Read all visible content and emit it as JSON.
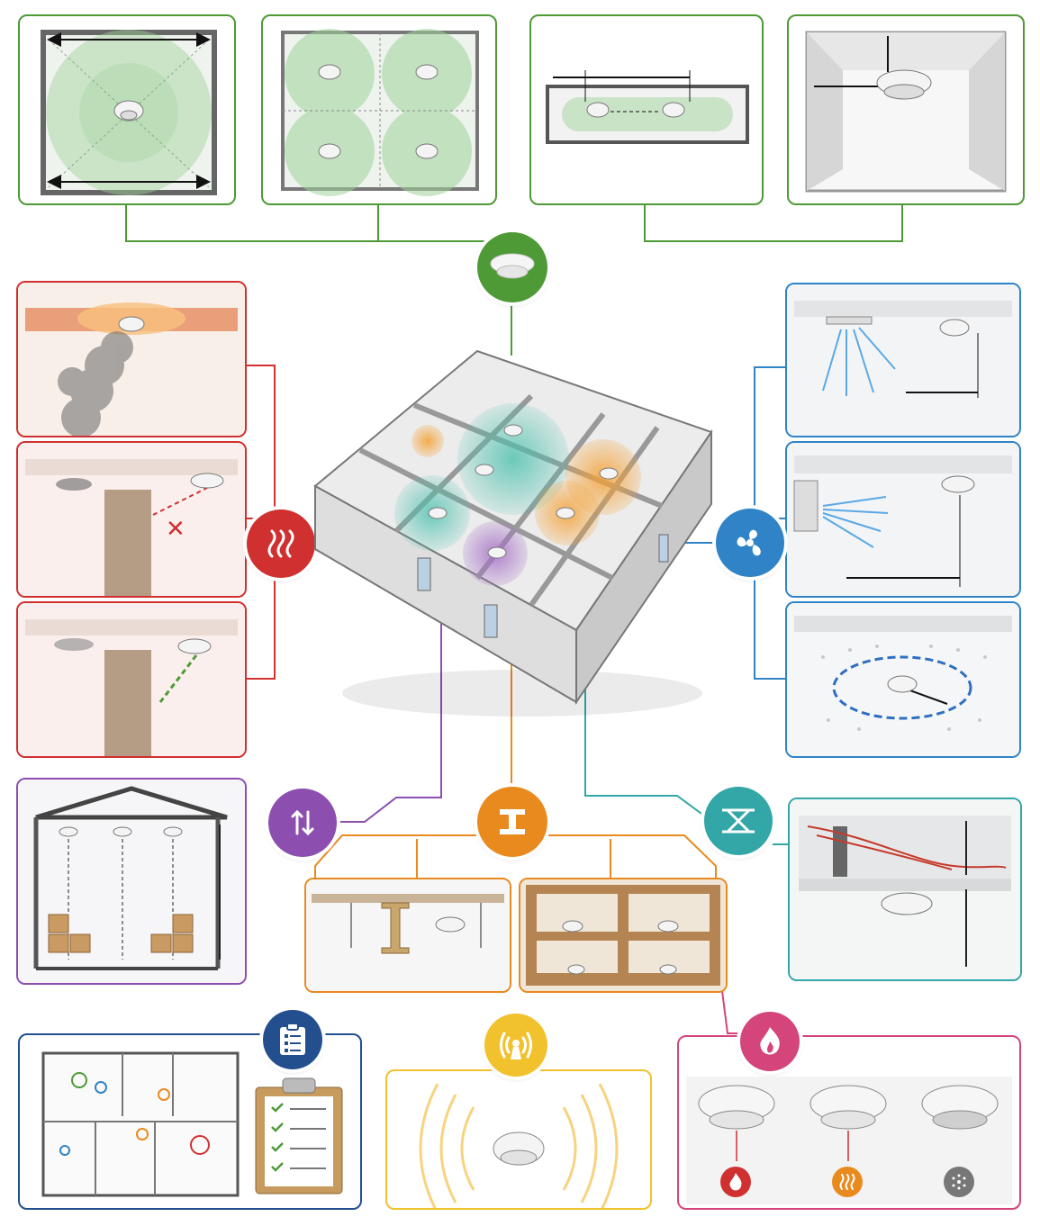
{
  "colors": {
    "placement": "#4e9a37",
    "heat": "#d0302f",
    "airflow": "#2f83c6",
    "height": "#8c4fb0",
    "beams": "#e98a1f",
    "obstruction": "#33a6a8",
    "planning": "#244f8f",
    "signal": "#f2c12e",
    "types": "#d4457c"
  },
  "hubs": [
    {
      "id": "placement",
      "icon": "smoke-detector-icon"
    },
    {
      "id": "heat",
      "icon": "heat-waves-icon"
    },
    {
      "id": "airflow",
      "icon": "fan-icon"
    },
    {
      "id": "height",
      "icon": "rotate-arrows-icon"
    },
    {
      "id": "beams",
      "icon": "i-beam-icon"
    },
    {
      "id": "obstruction",
      "icon": "ceiling-void-icon"
    },
    {
      "id": "planning",
      "icon": "clipboard-checklist-icon"
    },
    {
      "id": "signal",
      "icon": "wireless-signal-icon"
    },
    {
      "id": "types",
      "icon": "flame-icon"
    }
  ],
  "detector_types": [
    {
      "icon": "flame-icon",
      "color": "#d0302f"
    },
    {
      "icon": "heat-waves-icon",
      "color": "#e98a1f"
    },
    {
      "icon": "smoke-particles-icon",
      "color": "#777777"
    }
  ]
}
